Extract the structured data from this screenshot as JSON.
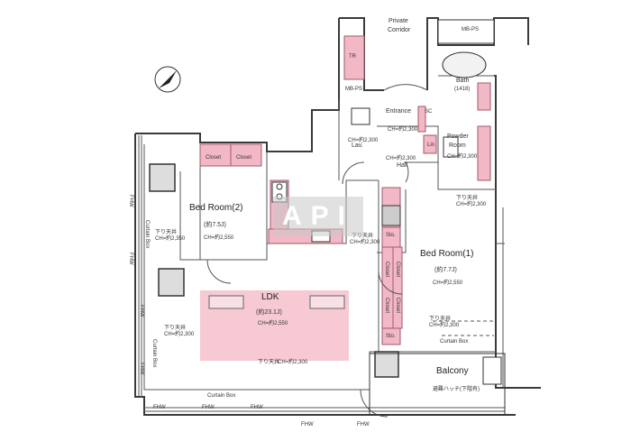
{
  "labels": {
    "private_corridor_1": "Private",
    "private_corridor_2": "Corridor",
    "mb_ps_top": "MB-PS",
    "tr": "TR",
    "mb_ps_left": "MB-PS",
    "bath": "Bath",
    "bath_size": "(1418)",
    "entrance": "Entrance",
    "sc": "SC",
    "lav": "Lav.",
    "powder_room_1": "Powder",
    "powder_room_2": "Room",
    "hall": "Hall",
    "lin": "Lin",
    "bed_room_2": "Bed Room(2)",
    "bed_room_2_size": "(約7.5J)",
    "bed_room_2_ch": "CH=約2,550",
    "closet_1": "Closet",
    "closet_2": "Closet",
    "bed_room_1": "Bed Room(1)",
    "bed_room_1_size": "(約7.7J)",
    "bed_room_1_ch": "CH=約2,550",
    "ldk": "LDK",
    "ldk_size": "(約23.1J)",
    "ldk_ch": "CH=約2,550",
    "balcony": "Balcony",
    "curtain_box_bottom": "Curtain Box",
    "curtain_box_left": "Curtain Box",
    "curtain_box_left2": "Curtain Box",
    "curtain_box_right": "Curtain Box",
    "fhw": "FHW",
    "sto": "Sto.",
    "closet_v": "Closet",
    "ch_2300": "CH=約2,300",
    "ch_2350": "CH=約2,350",
    "drop_ceiling": "下り天井",
    "evac_hatch": "避難ハッチ(下階有)",
    "watermark": "API"
  }
}
